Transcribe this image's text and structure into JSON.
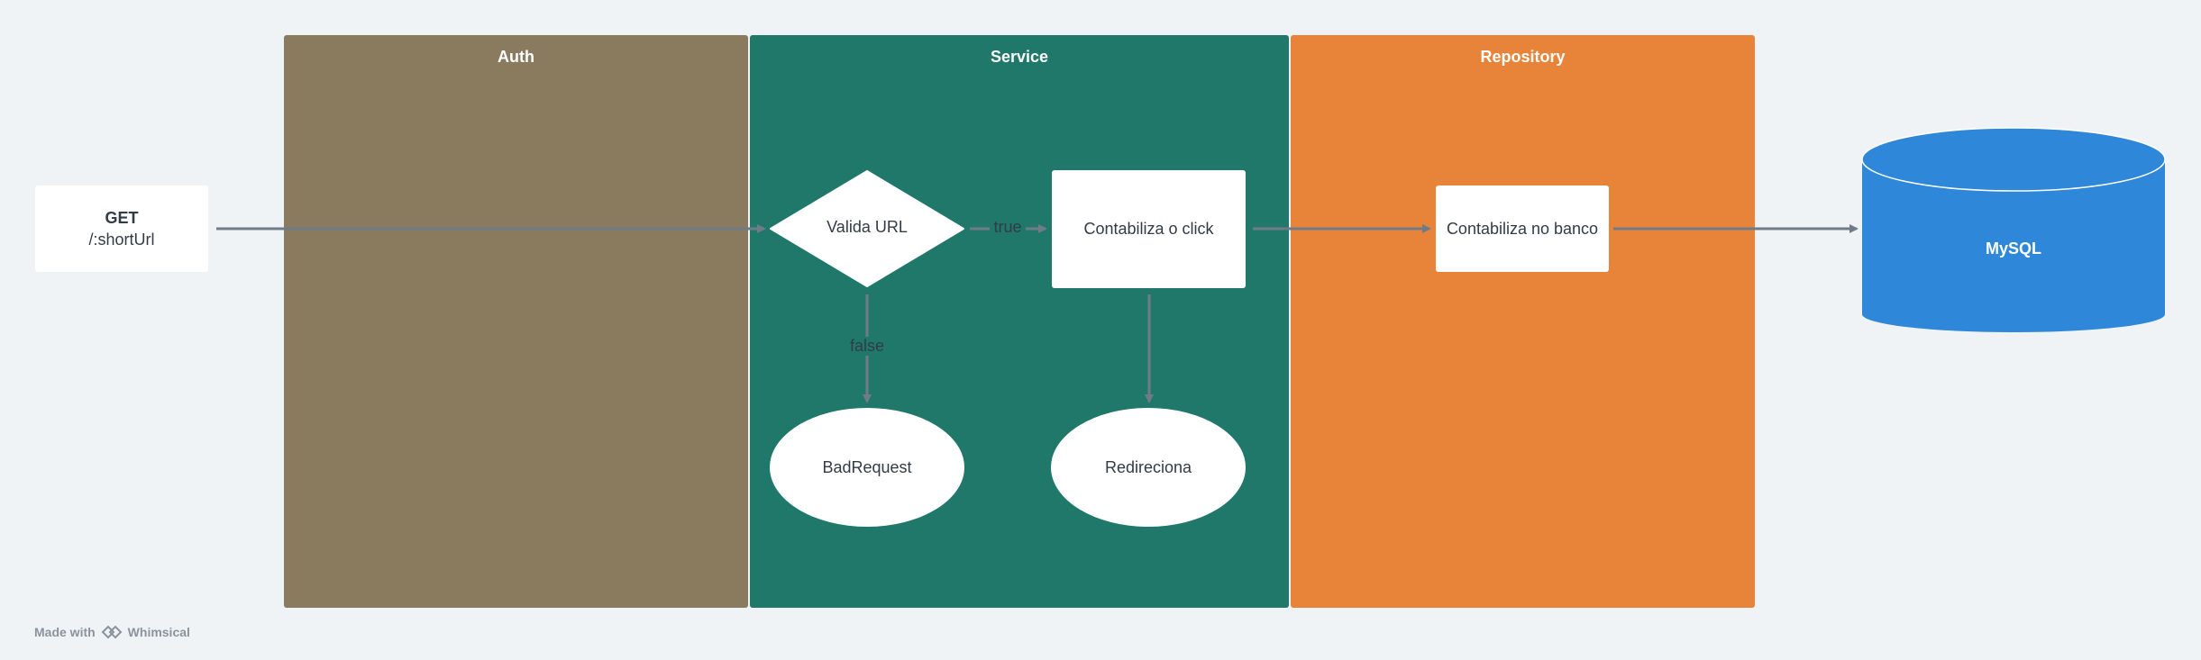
{
  "lanes": [
    {
      "id": "auth",
      "title": "Auth",
      "color": "#8a7a5e"
    },
    {
      "id": "service",
      "title": "Service",
      "color": "#20786a"
    },
    {
      "id": "repository",
      "title": "Repository",
      "color": "#e8843a"
    }
  ],
  "request": {
    "method": "GET",
    "path": "/:shortUrl"
  },
  "nodes": {
    "valida_url": "Valida URL",
    "contabiliza_click": "Contabiliza o click",
    "bad_request": "BadRequest",
    "redireciona": "Redireciona",
    "contabiliza_banco": "Contabiliza no banco",
    "database": "MySQL"
  },
  "edges": {
    "true_label": "true",
    "false_label": "false"
  },
  "colors": {
    "arrow": "#6f7c88",
    "database": "#2e87d8",
    "background": "#f0f3f6"
  },
  "footer": {
    "made_with": "Made with",
    "brand": "Whimsical",
    "logo_icon": "whimsical-logo-icon"
  }
}
